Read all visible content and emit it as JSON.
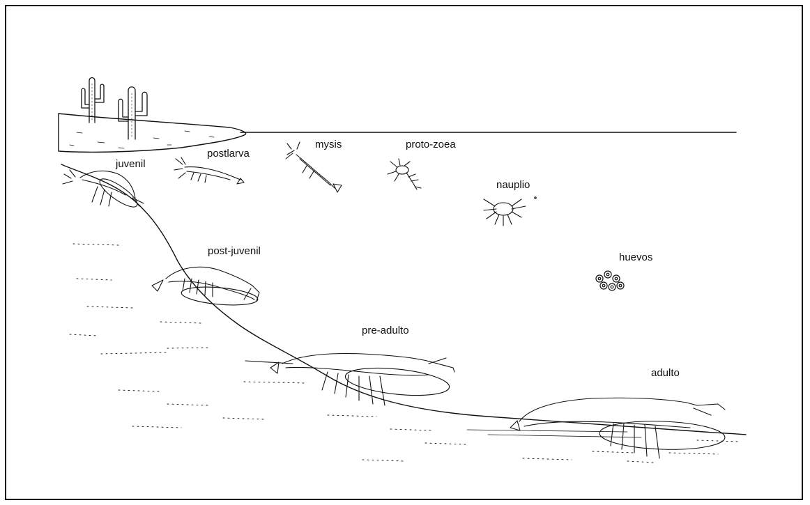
{
  "stages": {
    "juvenil": "juvenil",
    "postlarva": "postlarva",
    "mysis": "mysis",
    "protozoea": "proto-zoea",
    "nauplio": "nauplio",
    "postjuvenil": "post-juvenil",
    "huevos": "huevos",
    "preadulto": "pre-adulto",
    "adulto": "adulto"
  },
  "colors": {
    "ink": "#111111",
    "background": "#ffffff"
  }
}
